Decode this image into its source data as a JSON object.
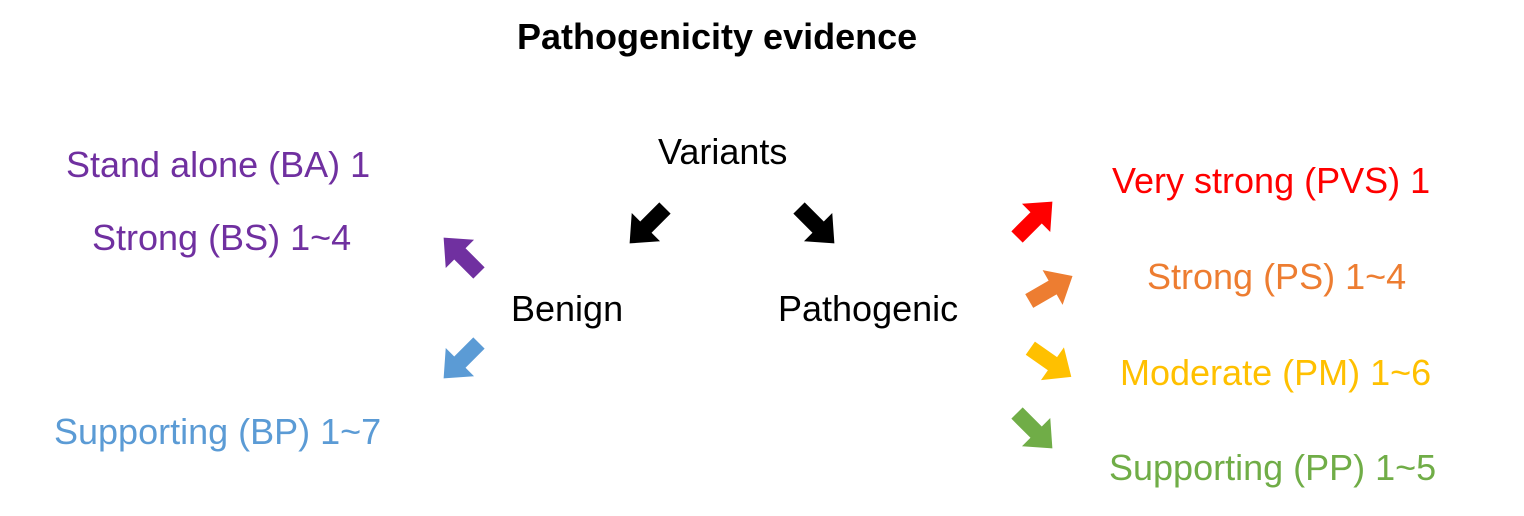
{
  "title": "Pathogenicity evidence",
  "root": {
    "label": "Variants",
    "color": "#000000",
    "arrow_color": "#000000"
  },
  "benign": {
    "label": "Benign",
    "categories": [
      {
        "label": "Stand alone (BA) 1",
        "color": "#7030a0"
      },
      {
        "label": "Strong (BS) 1~4",
        "color": "#7030a0"
      },
      {
        "label": "Supporting (BP) 1~7",
        "color": "#5b9bd5"
      }
    ]
  },
  "pathogenic": {
    "label": "Pathogenic",
    "categories": [
      {
        "label": "Very strong (PVS) 1",
        "color": "#ff0000"
      },
      {
        "label": "Strong (PS) 1~4",
        "color": "#ed7d31"
      },
      {
        "label": "Moderate (PM) 1~6",
        "color": "#ffc000"
      },
      {
        "label": "Supporting (PP) 1~5",
        "color": "#70ad47"
      }
    ]
  }
}
